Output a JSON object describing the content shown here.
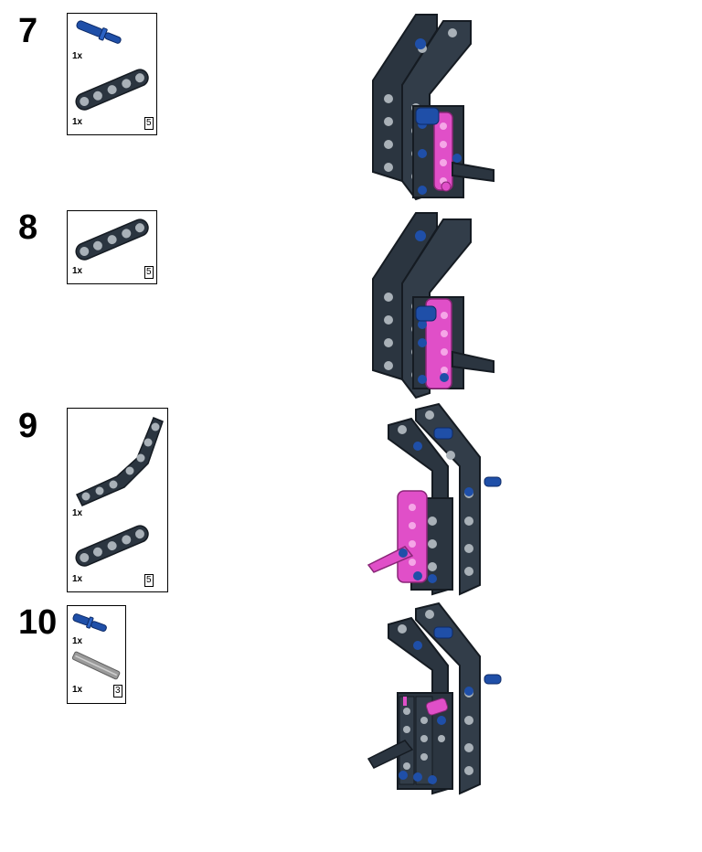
{
  "steps": [
    {
      "number": "7",
      "parts": [
        {
          "icon": "blue-axle-pin-icon",
          "qty": "1x"
        },
        {
          "icon": "straight-beam-icon",
          "qty": "1x",
          "length": "5"
        }
      ]
    },
    {
      "number": "8",
      "parts": [
        {
          "icon": "straight-beam-icon",
          "qty": "1x",
          "length": "5"
        }
      ]
    },
    {
      "number": "9",
      "parts": [
        {
          "icon": "bent-beam-icon",
          "qty": "1x"
        },
        {
          "icon": "straight-beam-icon",
          "qty": "1x",
          "length": "5"
        }
      ]
    },
    {
      "number": "10",
      "parts": [
        {
          "icon": "blue-axle-pin-icon",
          "qty": "1x"
        },
        {
          "icon": "grey-axle-icon",
          "qty": "1x",
          "length": "3"
        }
      ]
    }
  ],
  "colors": {
    "beam_dark": "#2b3540",
    "beam_edge": "#151b22",
    "hole": "#a9b1b8",
    "blue_pin": "#1f4fa8",
    "magenta": "#e04fc8",
    "grey_axle": "#9a9a9a"
  }
}
